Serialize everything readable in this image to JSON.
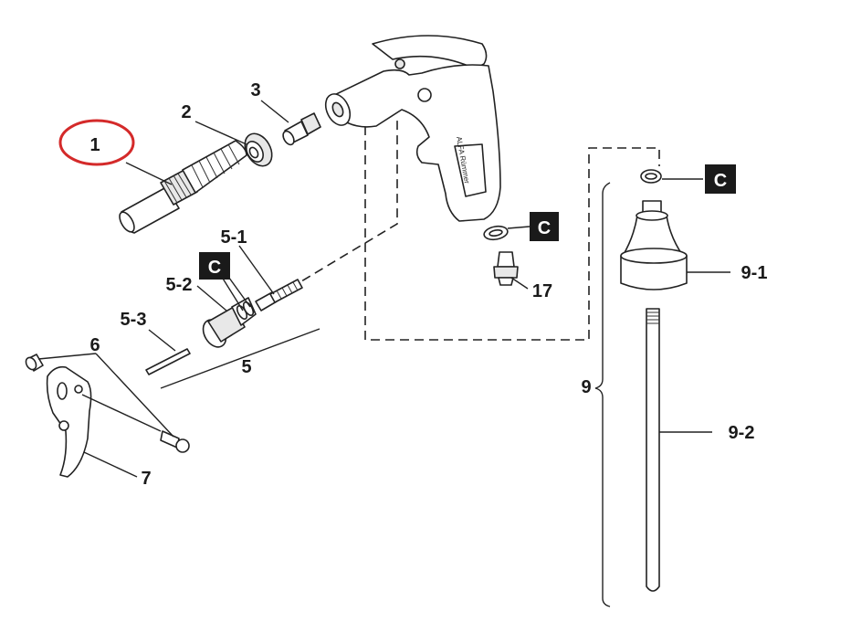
{
  "labels": {
    "p1": "1",
    "p2": "2",
    "p3": "3",
    "p5": "5",
    "p5_1": "5-1",
    "p5_2": "5-2",
    "p5_3": "5-3",
    "p6": "6",
    "p7": "7",
    "p9": "9",
    "p9_1": "9-1",
    "p9_2": "9-2",
    "p17": "17"
  },
  "badges": {
    "c_top": "C",
    "c_gun": "C",
    "c_valve": "C"
  },
  "colors": {
    "highlight": "#d42a2a",
    "ink": "#222222",
    "badge_bg": "#1a1a1a"
  },
  "gun_marking": "ALFA Rümmer"
}
